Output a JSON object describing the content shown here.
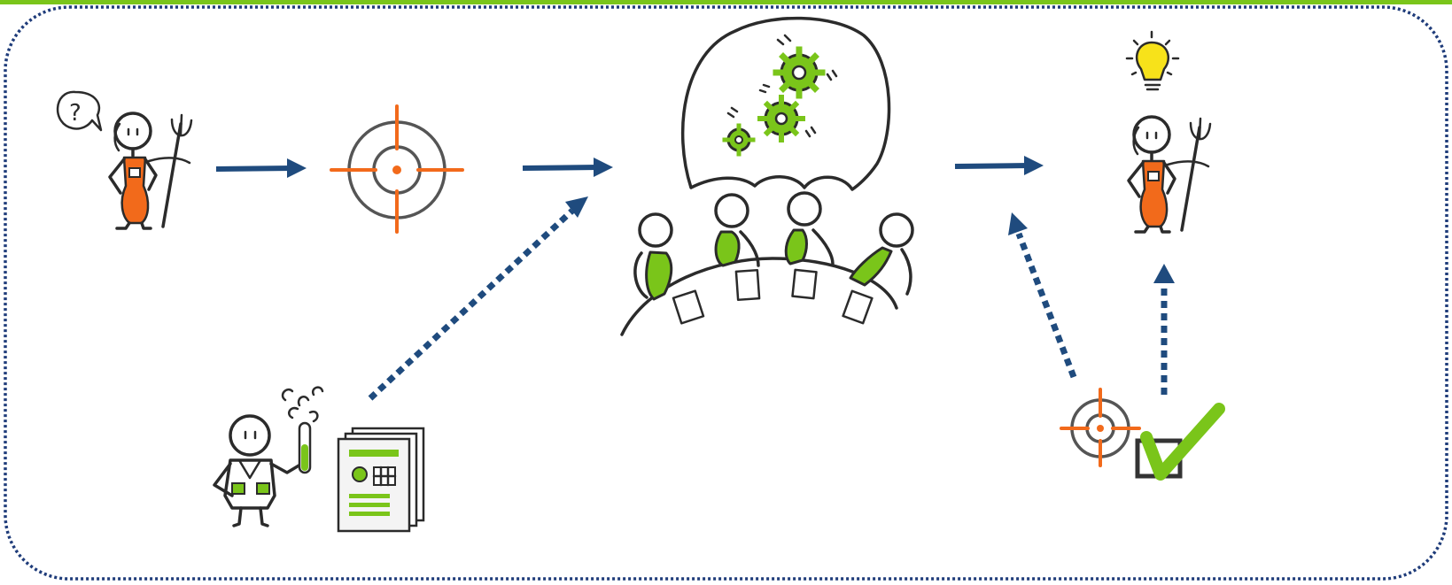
{
  "diagram": {
    "colors": {
      "frame_top_bar": "#7ac51a",
      "frame_dotted_border": "#1f3c7a",
      "arrow": "#1f4b7e",
      "accent_orange": "#f26a1b",
      "accent_green": "#7ac51a",
      "lightbulb": "#f7e21a",
      "ink": "#2b2b2b"
    },
    "nodes": [
      {
        "id": "farmer-with-question",
        "icon": "farmer-question-icon"
      },
      {
        "id": "target",
        "icon": "target-icon"
      },
      {
        "id": "expert-meeting",
        "icon": "meeting-gears-icon"
      },
      {
        "id": "farmer-with-idea",
        "icon": "farmer-lightbulb-icon"
      },
      {
        "id": "researcher-with-papers",
        "icon": "researcher-documents-icon"
      },
      {
        "id": "target-checked",
        "icon": "target-checkmark-icon"
      }
    ],
    "edges": [
      {
        "from": "farmer-with-question",
        "to": "target",
        "style": "solid"
      },
      {
        "from": "target",
        "to": "expert-meeting",
        "style": "solid"
      },
      {
        "from": "expert-meeting",
        "to": "farmer-with-idea",
        "style": "solid"
      },
      {
        "from": "researcher-with-papers",
        "to": "expert-meeting",
        "style": "dotted"
      },
      {
        "from": "target-checked",
        "to": "expert-meeting",
        "style": "dotted"
      },
      {
        "from": "target-checked",
        "to": "farmer-with-idea",
        "style": "dotted"
      }
    ]
  }
}
